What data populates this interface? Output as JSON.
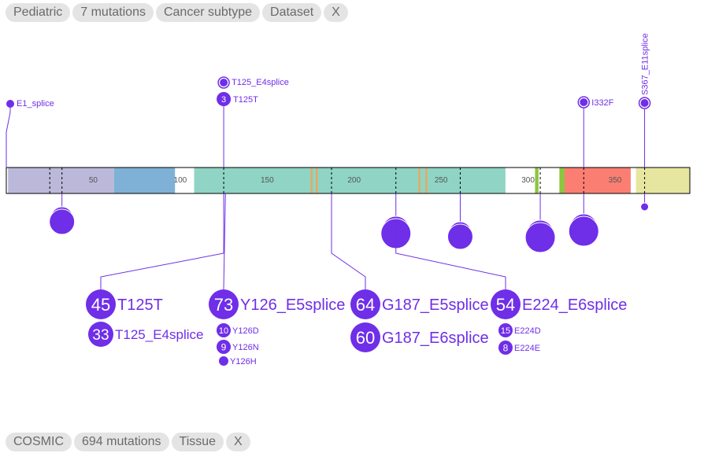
{
  "top_filters": {
    "group": "Pediatric",
    "count": "7 mutations",
    "subtype": "Cancer subtype",
    "dataset": "Dataset",
    "close": "X"
  },
  "bottom_filters": {
    "group": "COSMIC",
    "count": "694 mutations",
    "tissue": "Tissue",
    "close": "X"
  },
  "colors": {
    "mutation": "#6f2ee8",
    "stem": "#6f2ee8",
    "axis_text": "#555555",
    "pill_bg": "#e4e4e4",
    "pill_text": "#6a6a6a"
  },
  "protein": {
    "length": 393,
    "ticks": [
      50,
      100,
      150,
      200,
      250,
      300,
      350
    ],
    "domains": [
      {
        "start": 1,
        "end": 62,
        "color": "#bcb8d9"
      },
      {
        "start": 62,
        "end": 97,
        "color": "#7fb1d6"
      },
      {
        "start": 108,
        "end": 287,
        "color": "#8fd4c4"
      },
      {
        "start": 175,
        "end": 176,
        "color": "#f0a45a"
      },
      {
        "start": 178,
        "end": 179,
        "color": "#f0a45a"
      },
      {
        "start": 237,
        "end": 238,
        "color": "#f0a45a"
      },
      {
        "start": 241,
        "end": 242,
        "color": "#f0a45a"
      },
      {
        "start": 304,
        "end": 306,
        "color": "#8cc63f"
      },
      {
        "start": 318,
        "end": 321,
        "color": "#8cc63f"
      },
      {
        "start": 321,
        "end": 359,
        "color": "#fa7f72"
      },
      {
        "start": 362,
        "end": 393,
        "color": "#e7e6a0"
      }
    ],
    "splice_sites": [
      25,
      32,
      125,
      187,
      224,
      261,
      307,
      332,
      367
    ]
  },
  "top_mutations": [
    {
      "position": 1,
      "label": "E1_splice",
      "count": 1
    },
    {
      "position": 125,
      "label": "T125_E4splice",
      "count": 1
    },
    {
      "position": 125,
      "label": "T125T",
      "count": 3
    },
    {
      "position": 332,
      "label": "I332F",
      "count": 1
    },
    {
      "position": 367,
      "label": "S367_E11splice",
      "count": 1,
      "vertical": true
    }
  ],
  "bottom_groups": [
    {
      "position": 125,
      "items": [
        {
          "label": "T125T",
          "count": 45
        },
        {
          "label": "T125_E4splice",
          "count": 33
        }
      ]
    },
    {
      "position": 126,
      "items": [
        {
          "label": "Y126_E5splice",
          "count": 73
        },
        {
          "label": "Y126D",
          "count": 10
        },
        {
          "label": "Y126N",
          "count": 9
        },
        {
          "label": "Y126H",
          "count": 1
        }
      ]
    },
    {
      "position": 187,
      "items": [
        {
          "label": "G187_E5splice",
          "count": 64
        },
        {
          "label": "G187_E6splice",
          "count": 60
        }
      ]
    },
    {
      "position": 224,
      "items": [
        {
          "label": "E224_E6splice",
          "count": 54
        },
        {
          "label": "E224D",
          "count": 15
        },
        {
          "label": "E224E",
          "count": 8
        }
      ]
    }
  ],
  "bottom_bubbles": [
    {
      "position": 32,
      "size": "medium"
    },
    {
      "position": 224,
      "size": "large"
    },
    {
      "position": 261,
      "size": "medium"
    },
    {
      "position": 307,
      "size": "large"
    },
    {
      "position": 332,
      "size": "large"
    },
    {
      "position": 367,
      "size": "small"
    }
  ]
}
